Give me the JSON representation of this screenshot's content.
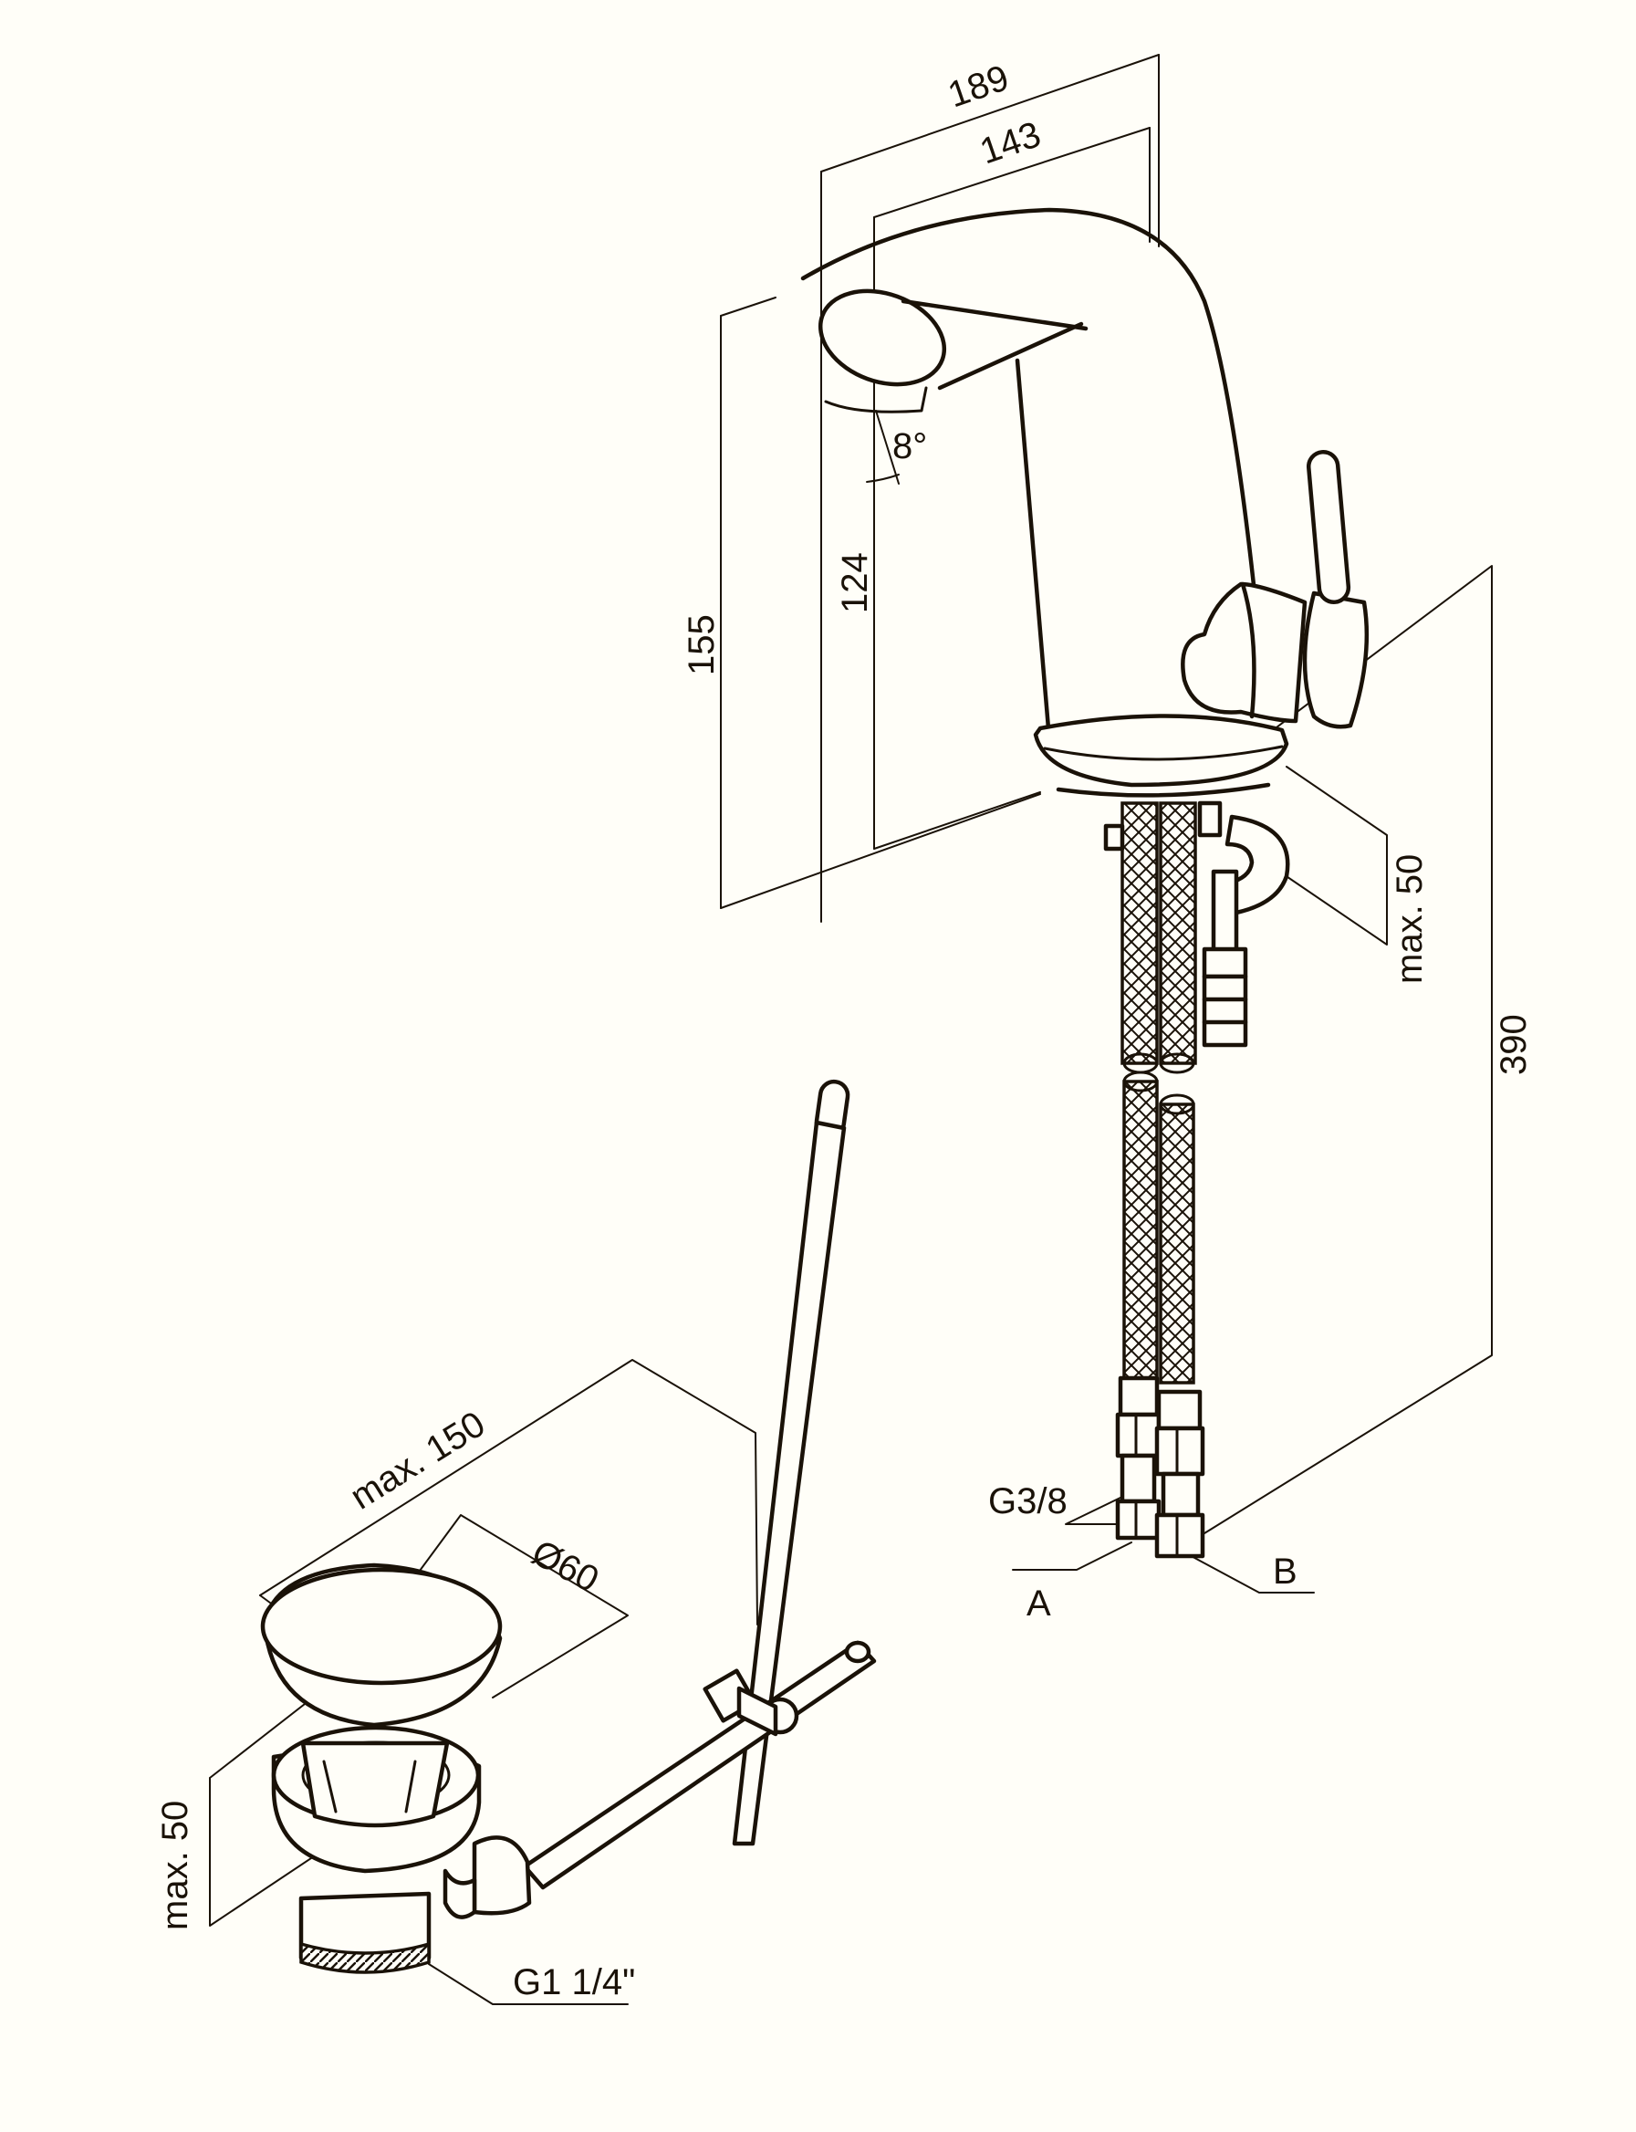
{
  "faucet": {
    "dim_189": "189",
    "dim_143": "143",
    "dim_155": "155",
    "dim_124": "124",
    "dim_angle": "8°",
    "dim_max50": "max. 50",
    "dim_390": "390",
    "connection_thread": "G3/8",
    "label_a": "A",
    "label_b": "B"
  },
  "drain": {
    "dim_max150": "max. 150",
    "dim_diameter": "Ø60",
    "dim_max50": "max. 50",
    "thread": "G1 1/4\""
  }
}
